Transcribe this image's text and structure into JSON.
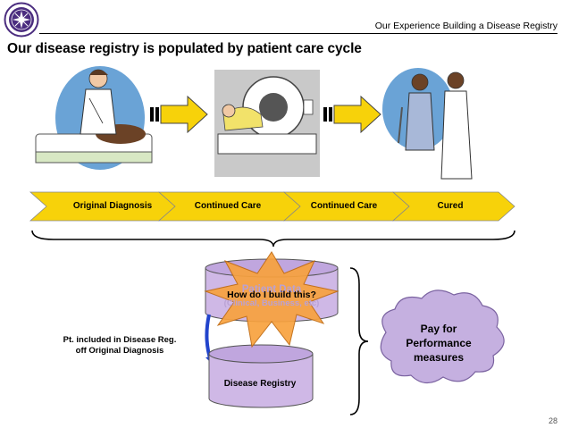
{
  "header": {
    "title": "Our Experience Building a Disease Registry"
  },
  "slide": {
    "title": "Our disease registry is populated by patient care cycle",
    "page_number": "28"
  },
  "care_cycle": {
    "stages": [
      {
        "label": "Original Diagnosis"
      },
      {
        "label": "Continued Care"
      },
      {
        "label": "Continued Care"
      },
      {
        "label": "Cured"
      }
    ]
  },
  "database": {
    "title": "Patient Data",
    "subtitle": "(Clinical, Business, etc)"
  },
  "callout": {
    "text": "How do I build this?"
  },
  "registry": {
    "label": "Disease Registry"
  },
  "note": {
    "lines": [
      "Pt. included in Disease Reg.",
      "off Original Diagnosis"
    ]
  },
  "outcome": {
    "lines": [
      "Pay for",
      "Performance",
      "measures"
    ]
  },
  "colors": {
    "banner": "#f7d20a",
    "arrow": "#f7d20a",
    "cylinder": "#cfb8e6",
    "cylinder_top": "#c0a6de",
    "burst": "#f8a23e",
    "cloud": "#c5b0e0",
    "connector": "#2244cc"
  },
  "icons": {
    "logo": "university-seal-icon",
    "arrow": "right-arrow-icon"
  }
}
